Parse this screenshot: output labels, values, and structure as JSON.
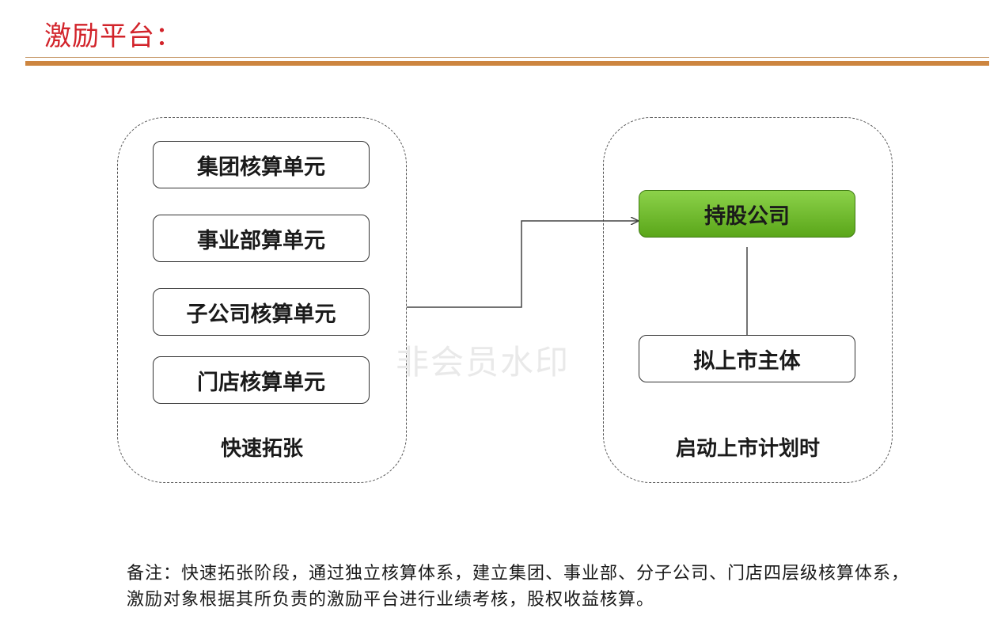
{
  "title": "激励平台：",
  "left_group": {
    "units": [
      "集团核算单元",
      "事业部算单元",
      "子公司核算单元",
      "门店核算单元"
    ],
    "caption": "快速拓张"
  },
  "right_group": {
    "holding": "持股公司",
    "listing_entity": "拟上市主体",
    "caption": "启动上市计划时"
  },
  "note": "备注：快速拓张阶段，通过独立核算体系，建立集团、事业部、分子公司、门店四层级核算体系，激励对象根据其所负责的激励平台进行业绩考核，股权收益核算。",
  "watermark": "非会员水印",
  "colors": {
    "title": "#d2232a",
    "rule": "#cd853f",
    "holding_fill": "#6dbb2a"
  }
}
